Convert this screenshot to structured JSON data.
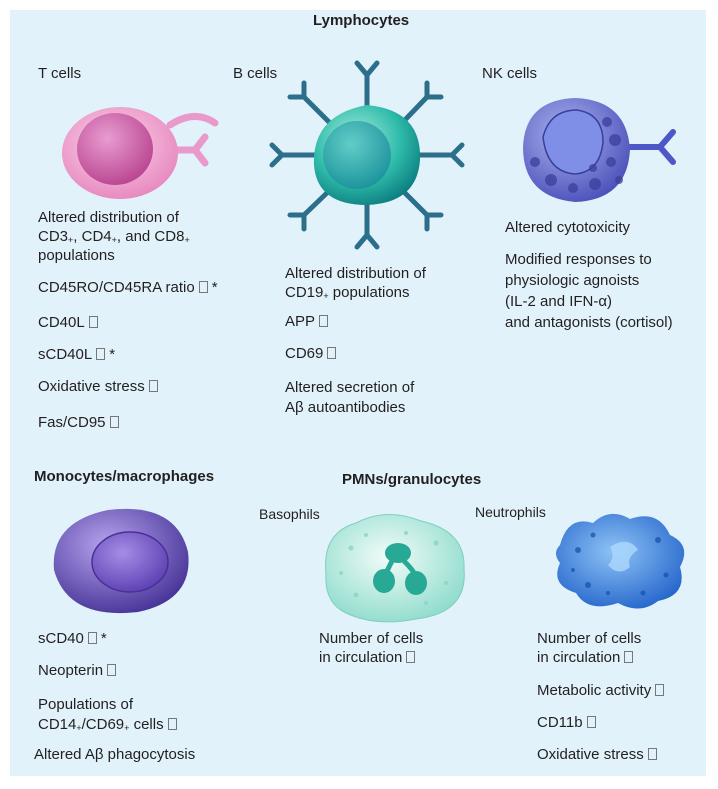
{
  "title": "Lymphocytes",
  "t_cells": {
    "label": "T cells",
    "f1_line1": "Altered distribution of",
    "f1_a": "CD3",
    "f1_a_sup": "+",
    "f1_b": ", CD4",
    "f1_b_sup": "+",
    "f1_c": ", and CD8",
    "f1_c_sup": "+",
    "f1_line3": "populations",
    "f2": "CD45RO/CD45RA ratio",
    "f3": "CD40L",
    "f4": "sCD40L",
    "f5": "Oxidative stress",
    "f6": "Fas/CD95",
    "star": "*"
  },
  "b_cells": {
    "label": "B cells",
    "f1_line1": "Altered distribution of",
    "f1_a": "CD19",
    "f1_a_sup": "+",
    "f1_b": " populations",
    "f2": "APP",
    "f3": "CD69",
    "f4_line1": "Altered secretion of",
    "f4_line2": "Aβ autoantibodies"
  },
  "nk_cells": {
    "label": "NK cells",
    "f1": "Altered cytotoxicity",
    "f2_line1": "Modified responses to",
    "f2_line2": "physiologic agnoists",
    "f2_line3": "(IL-2 and IFN-α)",
    "f2_line4": "and antagonists (cortisol)"
  },
  "monocytes": {
    "label": "Monocytes/macrophages",
    "f1": "sCD40",
    "star": "*",
    "f2": "Neopterin",
    "f3_line1": "Populations of",
    "f3_a": "CD14",
    "f3_a_sup": "+",
    "f3_b": "/CD69",
    "f3_b_sup": "+",
    "f3_c": "cells",
    "f4": "Altered Aβ phagocytosis"
  },
  "pmn": {
    "label": "PMNs/granulocytes",
    "basophils": {
      "label": "Basophils",
      "f1_line1": "Number of cells",
      "f1_line2": "in circulation"
    },
    "neutrophils": {
      "label": "Neutrophils",
      "f1_line1": "Number of cells",
      "f1_line2": "in circulation",
      "f2": "Metabolic activity",
      "f3": "CD11b",
      "f4": "Oxidative stress"
    }
  },
  "colors": {
    "background": "#e1f2fb",
    "t_cell": "#e070b0",
    "b_cell": "#1fb5a6",
    "antibody": "#2c6f8a",
    "nk_cell": "#5a5fc8",
    "monocyte": "#6a4fb8",
    "basophil": "#8fded0",
    "neutrophil": "#2f7fe0"
  }
}
